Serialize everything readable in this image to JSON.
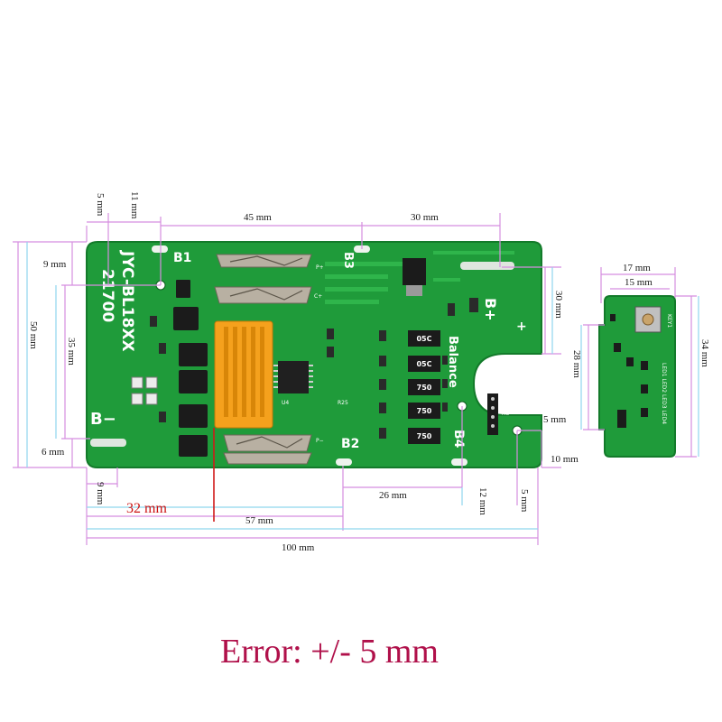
{
  "dimensions": {
    "d5_top": "5 mm",
    "d11_top": "11 mm",
    "d45": "45 mm",
    "d30_top": "30 mm",
    "d9_left": "9 mm",
    "d50": "50 mm",
    "d35": "35 mm",
    "d6": "6 mm",
    "d9_bottom": "9 mm",
    "d32": "32 mm",
    "d57": "57 mm",
    "d100": "100 mm",
    "d26": "26 mm",
    "d12": "12 mm",
    "d5_bottom": "5 mm",
    "d5_right": "5 mm",
    "d10": "10 mm",
    "d30_right": "30 mm",
    "d17": "17 mm",
    "d15": "15 mm",
    "d28": "28 mm",
    "d34": "34 mm"
  },
  "board_labels": {
    "b1": "B1",
    "b2": "B2",
    "b3": "B3",
    "b4": "B4",
    "bplus": "B+",
    "bminus": "B−",
    "plus": "+",
    "minus": "−",
    "model_line1": "JYC-BL18XX",
    "model_line2": "21700",
    "balance": "Balance",
    "res1": "05C",
    "res2": "05C",
    "res3": "750",
    "res4": "750",
    "res5": "750",
    "pplus": "P+",
    "cplus": "C+",
    "pminus": "P−",
    "u4": "U4",
    "r25": "R25",
    "h3": "H3"
  },
  "small_board_labels": {
    "key1": "KEY1",
    "leds": "LED1 LED2 LED3 LED4"
  },
  "footer": {
    "error_note": "Error: +/- 5 mm"
  }
}
